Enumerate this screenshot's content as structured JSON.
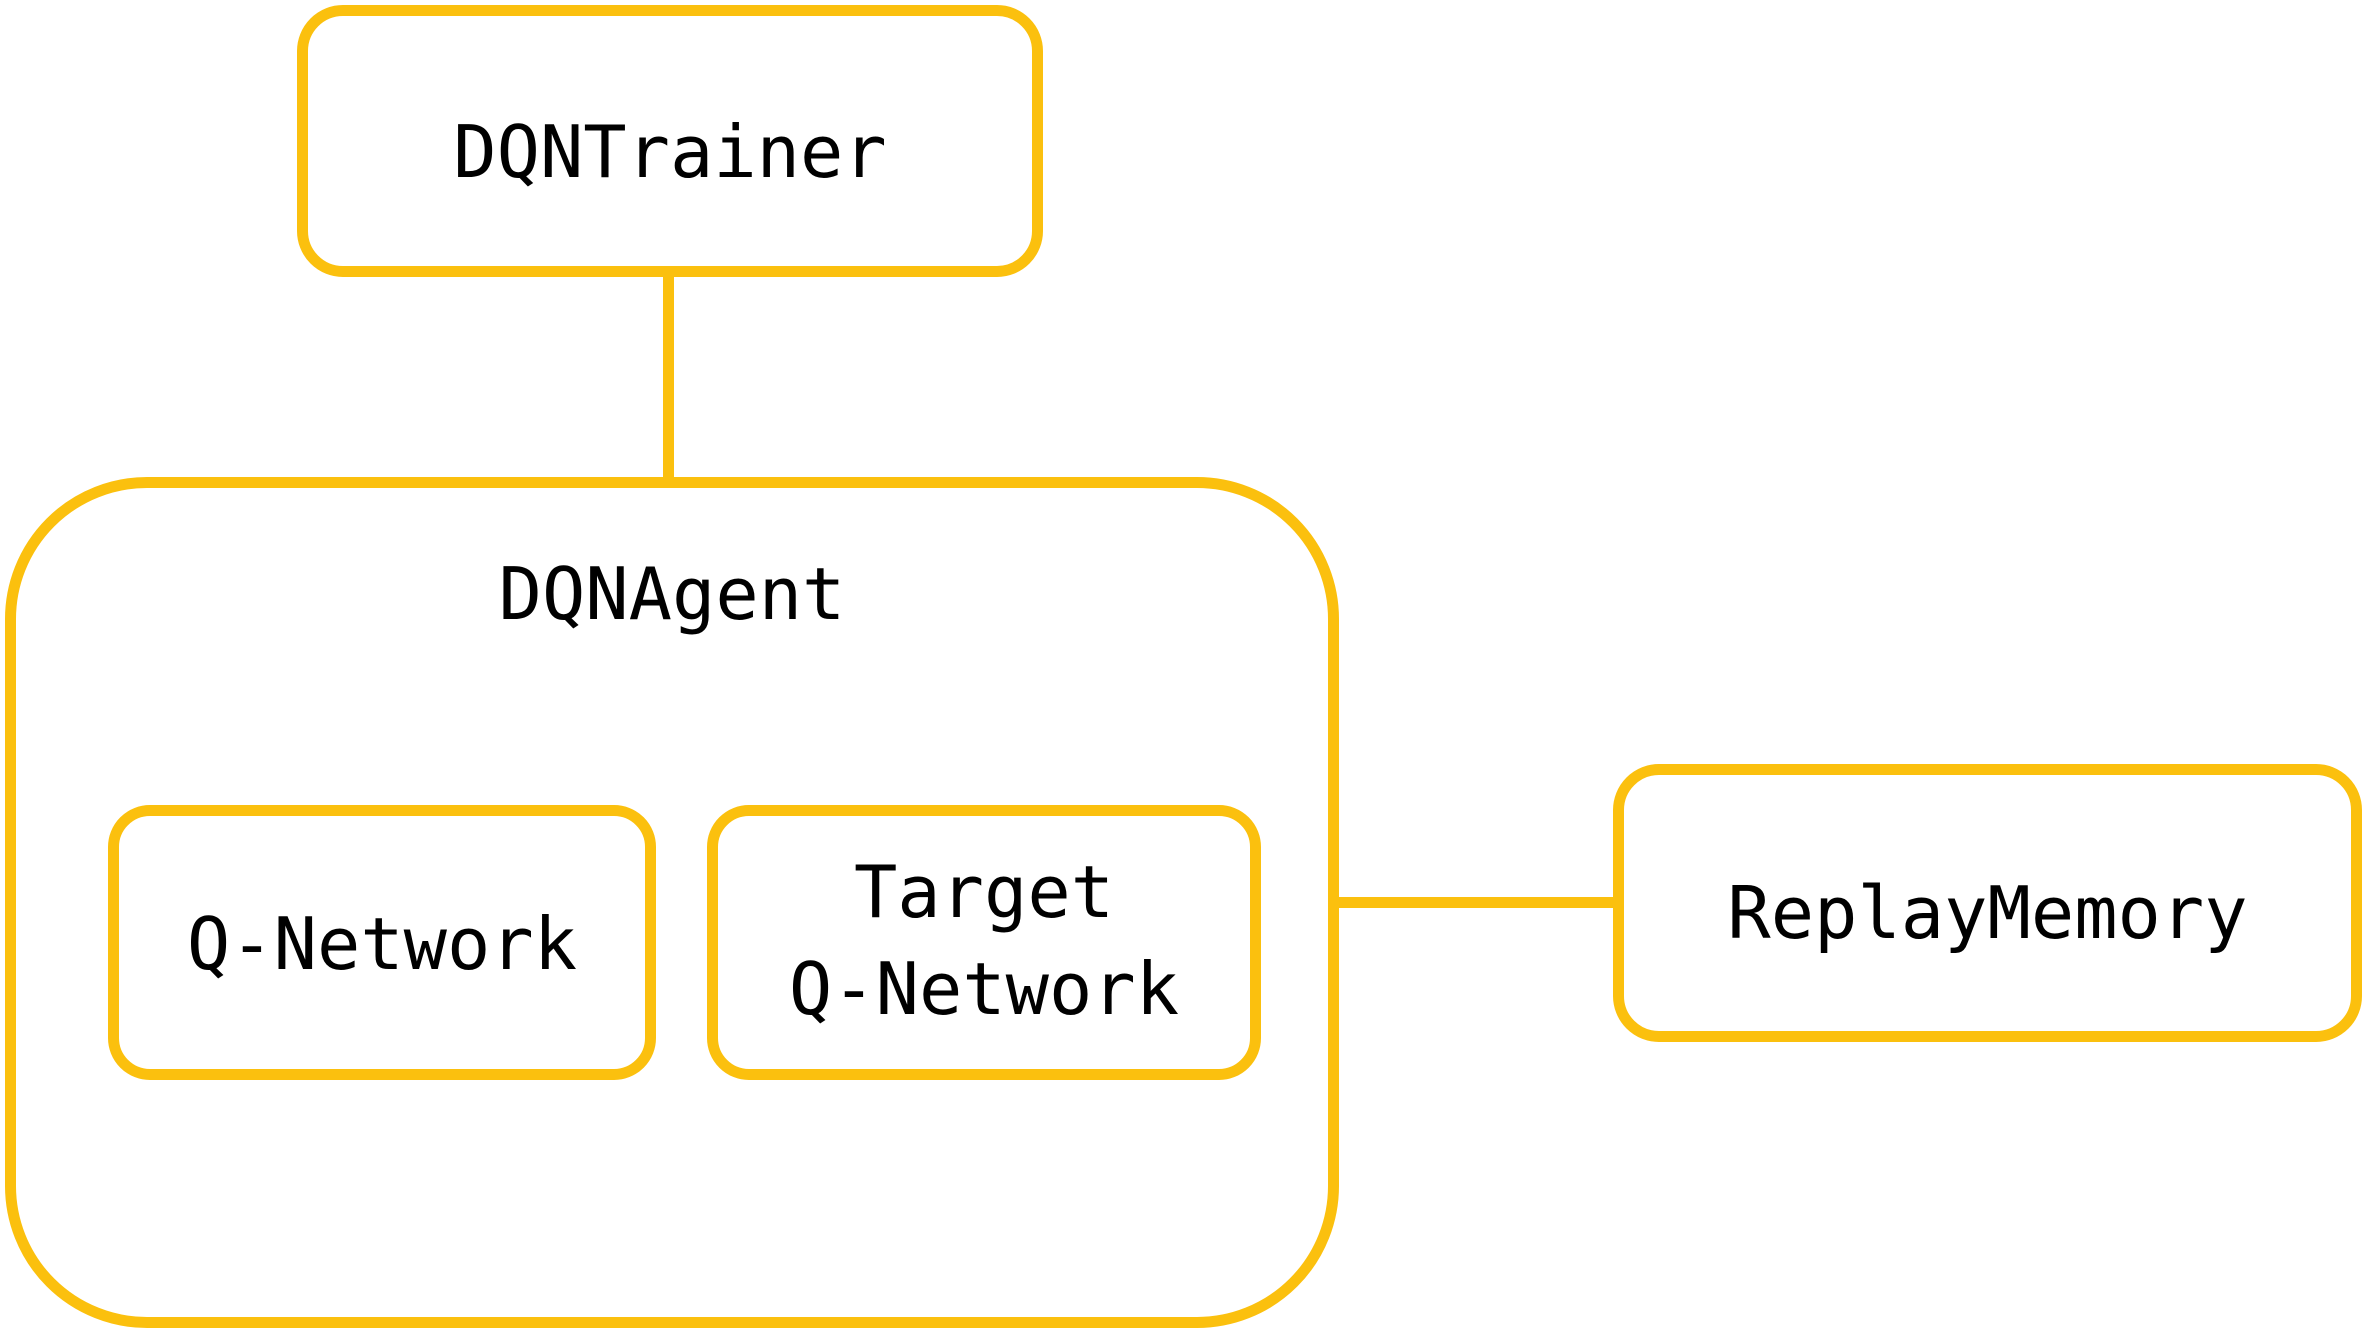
{
  "colors": {
    "stroke": "#FBC00E",
    "text": "#000000",
    "background": "#FFFFFF"
  },
  "nodes": {
    "trainer": {
      "label": "DQNTrainer"
    },
    "agent": {
      "label": "DQNAgent"
    },
    "q_network": {
      "label": "Q-Network"
    },
    "target_q_network": {
      "label": "Target\nQ-Network"
    },
    "replay_memory": {
      "label": "ReplayMemory"
    }
  },
  "edges": [
    {
      "from": "trainer",
      "to": "agent"
    },
    {
      "from": "agent",
      "to": "replay_memory"
    }
  ]
}
